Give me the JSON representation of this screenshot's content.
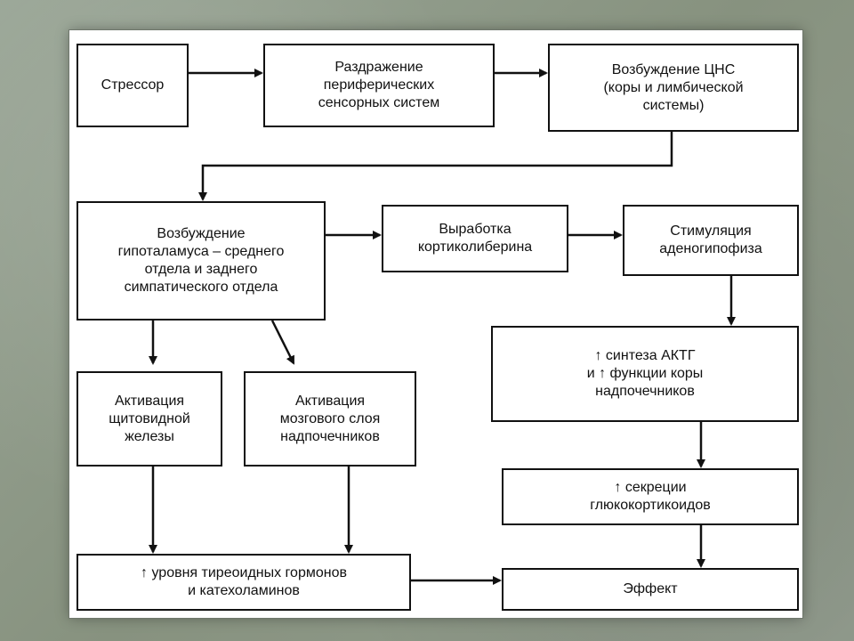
{
  "diagram": {
    "nodes": [
      {
        "id": "stressor",
        "label": "Стрессор"
      },
      {
        "id": "peripheral",
        "label": "Раздражение\nпериферических\nсенсорных систем"
      },
      {
        "id": "cns",
        "label": "Возбуждение ЦНС\n(коры и лимбической\nсистемы)"
      },
      {
        "id": "hypothalamus",
        "label": "Возбуждение\nгипоталамуса – среднего\nотдела и заднего\nсимпатического отдела"
      },
      {
        "id": "corticoliberin",
        "label": "Выработка\nкортиколиберина"
      },
      {
        "id": "adenohypophysis",
        "label": "Стимуляция\nаденогипофиза"
      },
      {
        "id": "actg",
        "label": "↑ синтеза АКТГ\nи ↑ функции коры\nнадпочечников"
      },
      {
        "id": "thyroid",
        "label": "Активация\nщитовидной\nжелезы"
      },
      {
        "id": "medulla",
        "label": "Активация\nмозгового слоя\nнадпочечников"
      },
      {
        "id": "glucocorticoids",
        "label": "↑ секреции\nглюкокортикоидов"
      },
      {
        "id": "hormones",
        "label": "↑ уровня тиреоидных гормонов\nи катехоламинов"
      },
      {
        "id": "effect",
        "label": "Эффект"
      }
    ],
    "edges": [
      {
        "from": "stressor",
        "to": "peripheral"
      },
      {
        "from": "peripheral",
        "to": "cns"
      },
      {
        "from": "cns",
        "to": "hypothalamus"
      },
      {
        "from": "hypothalamus",
        "to": "corticoliberin"
      },
      {
        "from": "corticoliberin",
        "to": "adenohypophysis"
      },
      {
        "from": "adenohypophysis",
        "to": "actg"
      },
      {
        "from": "hypothalamus",
        "to": "thyroid"
      },
      {
        "from": "hypothalamus",
        "to": "medulla"
      },
      {
        "from": "actg",
        "to": "glucocorticoids"
      },
      {
        "from": "glucocorticoids",
        "to": "effect"
      },
      {
        "from": "thyroid",
        "to": "hormones"
      },
      {
        "from": "medulla",
        "to": "hormones"
      },
      {
        "from": "hormones",
        "to": "effect"
      }
    ]
  }
}
